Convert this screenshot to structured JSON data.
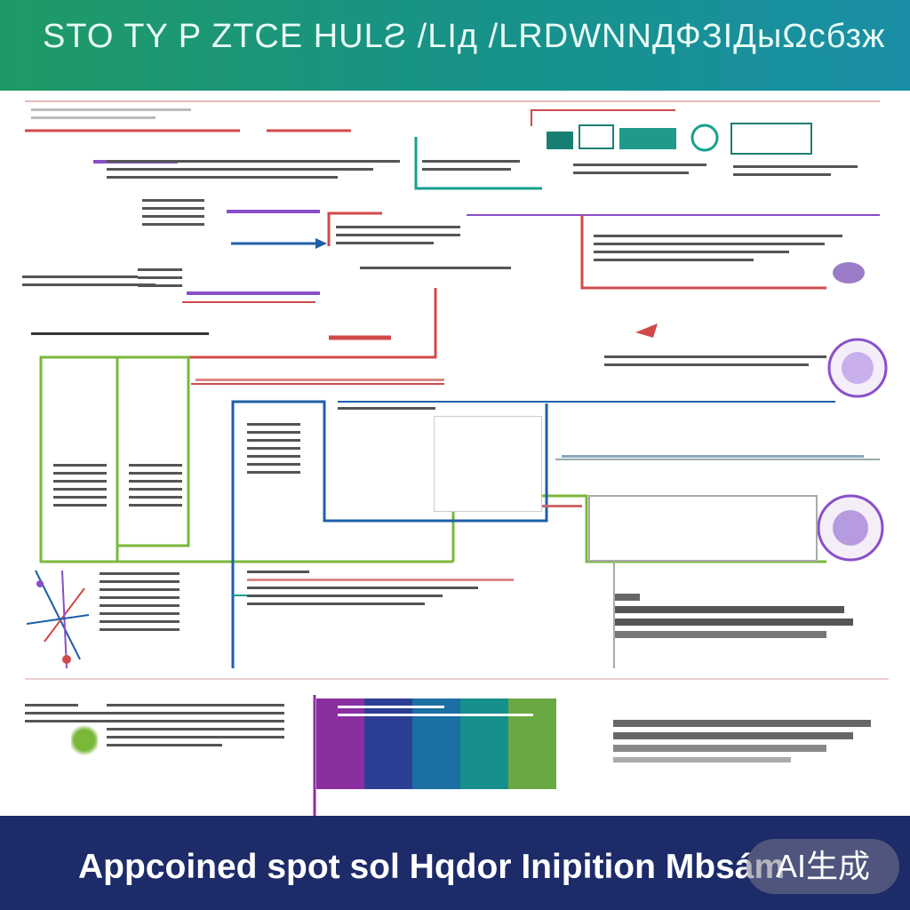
{
  "header": {
    "title": "STO TY P ZTCE HULƧ /LIд /LRDWNNДФЗIДыΩсбзж"
  },
  "footer": {
    "title": "Appcoined spot sol Hqdor Inipition Mbsám",
    "badge": "AI生成"
  },
  "colors": {
    "header_start": "#1f9a66",
    "header_end": "#1a8fa6",
    "footer_bg": "#1d2b69",
    "red": "#d04a4a",
    "purple": "#8a4fc8",
    "blue": "#1f5fa8",
    "teal": "#16a08e",
    "green": "#7ab83a"
  },
  "legend_bar_colors": [
    "#8b2fa0",
    "#2c3f94",
    "#1b6fa3",
    "#178f8d",
    "#6aa843"
  ]
}
